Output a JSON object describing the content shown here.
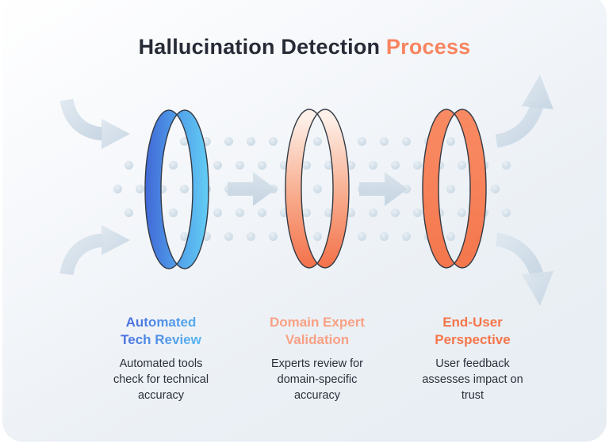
{
  "title": {
    "main": "Hallucination Detection",
    "accent": "Process"
  },
  "theme": {
    "title_color": "#272b36",
    "accent_orange": "#f8845f",
    "body_text_color": "#2b2f3a",
    "flow_arrow_color_top": "#d8e2ea",
    "flow_arrow_color_bottom": "#c3d3e1",
    "dot_color": "#d2dfe9",
    "ring_outline_color": "#333a45",
    "card_background_from": "#ffffff",
    "card_background_to": "#e7edf3"
  },
  "stages": [
    {
      "heading": "Automated Tech Review",
      "description": "Automated tools check for technical accuracy",
      "heading_color_from": "#4a6fe0",
      "heading_color_to": "#57b2f0",
      "ring_color_from": "#4168d6",
      "ring_color_mid": "#4f9ae8",
      "ring_color_to": "#63cdf4"
    },
    {
      "heading": "Domain Expert Validation",
      "description": "Experts review for domain-specific accuracy",
      "heading_color_from": "#f9a184",
      "heading_color_to": "#f9a184",
      "ring_color_from": "#fdf0e8",
      "ring_color_mid": "#f8ab8c",
      "ring_color_to": "#f3714a"
    },
    {
      "heading": "End-User Perspective",
      "description": "User feedback assesses impact on trust",
      "heading_color_from": "#f5764b",
      "heading_color_to": "#f5764b",
      "ring_color_from": "#f88a62",
      "ring_color_mid": "#f7825a",
      "ring_color_to": "#f4764c"
    }
  ],
  "icons": {
    "flow_arrow": "right-arrow",
    "inflow_top_left": "curved-right-arrow",
    "inflow_bottom_left": "curved-right-arrow",
    "outflow_top_right": "curved-up-arrow",
    "outflow_bottom_right": "curved-down-arrow"
  }
}
